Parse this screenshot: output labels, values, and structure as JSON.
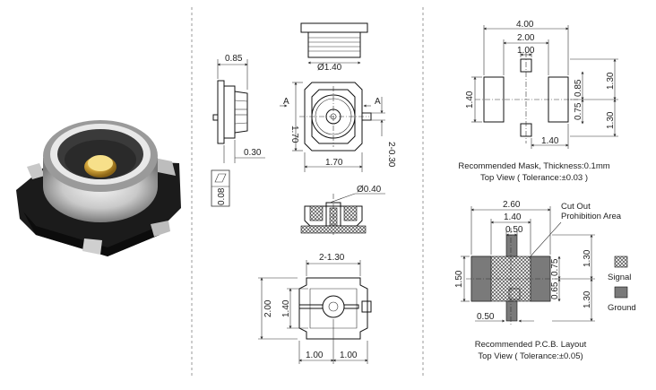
{
  "side_view": {
    "width": "0.85",
    "bottom_offset": "0.30",
    "flatness": "0.08"
  },
  "top_view": {
    "hole_diameter": "Ø1.40",
    "height": "1.70",
    "width": "1.70",
    "pad_width": "2-0.30",
    "section_mark": "A"
  },
  "section_view": {
    "pin_diameter": "Ø0.40"
  },
  "bottom_view": {
    "pad_span": "2-1.30",
    "body_height": "2.00",
    "inner_height": "1.40",
    "half_left": "1.00",
    "half_right": "1.00"
  },
  "mask": {
    "total_width": "4.00",
    "mid_width": "2.00",
    "inner_width": "1.00",
    "pad_height": "1.40",
    "upper_gap": "0.85",
    "lower_gap": "0.75",
    "upper_half": "1.30",
    "lower_half": "1.30",
    "bottom_width": "1.40",
    "caption_line1": "Recommended Mask, Thickness:0.1mm",
    "caption_line2": "Top View ( Tolerance:±0.03 )"
  },
  "pcb": {
    "total_width": "2.60",
    "inner_width": "1.40",
    "signal_width": "0.50",
    "cutout_label_line1": "Cut Out",
    "cutout_label_line2": "Prohibition Area",
    "height": "1.50",
    "dim_075": "0.75",
    "dim_065": "0.65",
    "upper_half": "1.30",
    "lower_half": "1.30",
    "bottom_signal": "0.50",
    "caption_line1": "Recommended P.C.B. Layout",
    "caption_line2": "Top View ( Tolerance:±0.05)"
  },
  "legend": {
    "signal": "Signal",
    "ground": "Ground"
  }
}
